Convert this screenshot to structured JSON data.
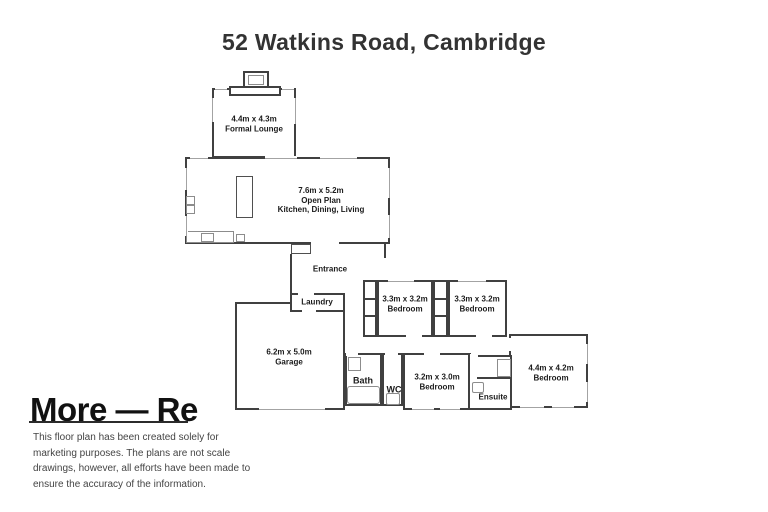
{
  "title": "52 Watkins Road, Cambridge",
  "rooms": {
    "formal_lounge": {
      "dims": "4.4m x 4.3m",
      "name": "Formal Lounge"
    },
    "open_plan": {
      "dims": "7.6m x 5.2m",
      "name": "Open Plan",
      "name2": "Kitchen, Dining, Living"
    },
    "entrance": {
      "name": "Entrance"
    },
    "laundry": {
      "name": "Laundry"
    },
    "garage": {
      "dims": "6.2m x 5.0m",
      "name": "Garage"
    },
    "bedroom1": {
      "dims": "3.3m x 3.2m",
      "name": "Bedroom"
    },
    "bedroom2": {
      "dims": "3.3m x 3.2m",
      "name": "Bedroom"
    },
    "bedroom3": {
      "dims": "3.2m x 3.0m",
      "name": "Bedroom"
    },
    "bedroom4": {
      "dims": "4.4m x 4.2m",
      "name": "Bedroom"
    },
    "bath": {
      "name": "Bath"
    },
    "wc": {
      "name": "WC"
    },
    "ensuite": {
      "name": "Ensuite"
    }
  },
  "brand": {
    "logo": "More — Re"
  },
  "disclaimer": {
    "lines": [
      "This floor plan has been created solely for",
      "marketing purposes. The plans are not scale",
      "drawings, however, all efforts have been made to",
      "ensure the accuracy of the information."
    ]
  },
  "colors": {
    "wall": "#404040",
    "label_text": "#1b1b1b",
    "title_text": "#333333",
    "logo_text": "#111111",
    "disclaimer_text": "#444444",
    "window_line": "#a3a3a3"
  }
}
